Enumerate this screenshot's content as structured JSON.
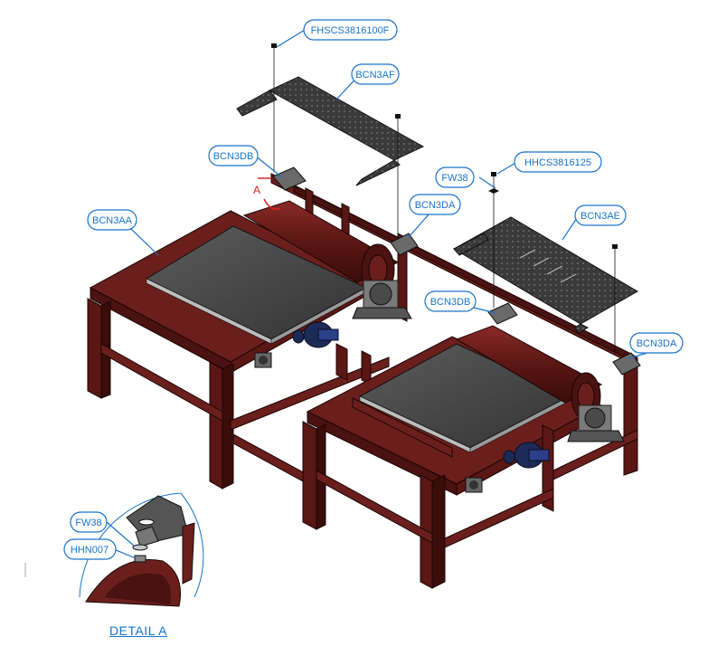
{
  "callouts": {
    "fhscs": "FHSCS3816100F",
    "bcn3af": "BCN3AF",
    "bcn3db_top": "BCN3DB",
    "fw38_top": "FW38",
    "hhcs": "HHCS3816125",
    "bcn3aa": "BCN3AA",
    "bcn3da_mid": "BCN3DA",
    "bcn3ae": "BCN3AE",
    "bcn3db_mid": "BCN3DB",
    "bcn3da_right": "BCN3DA",
    "fw38_detail": "FW38",
    "hhn007": "HHN007"
  },
  "detail_marker": "A",
  "detail_caption": "DETAIL  A",
  "colors": {
    "frame": "#6b1f1c",
    "frame_dark": "#4a1210",
    "plate": "#4a4a4a",
    "plate_dark": "#2e2e2e",
    "callout": "#1a73c9",
    "marker": "#e02020"
  }
}
